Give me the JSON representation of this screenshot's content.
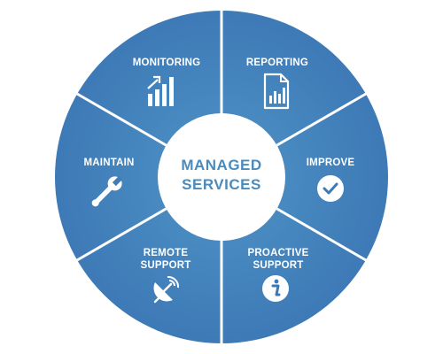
{
  "diagram": {
    "center": {
      "line1": "MANAGED",
      "line2": "SERVICES"
    },
    "segments": [
      {
        "id": "monitoring",
        "line1": "MONITORING",
        "line2": "",
        "icon": "bar-chart-up-icon"
      },
      {
        "id": "reporting",
        "line1": "REPORTING",
        "line2": "",
        "icon": "report-document-icon"
      },
      {
        "id": "improve",
        "line1": "IMPROVE",
        "line2": "",
        "icon": "check-circle-icon"
      },
      {
        "id": "proactive-support",
        "line1": "PROACTIVE",
        "line2": "SUPPORT",
        "icon": "info-circle-icon"
      },
      {
        "id": "remote-support",
        "line1": "REMOTE",
        "line2": "SUPPORT",
        "icon": "satellite-dish-icon"
      },
      {
        "id": "maintain",
        "line1": "MAINTAIN",
        "line2": "",
        "icon": "wrench-icon"
      }
    ],
    "colors": {
      "wheel_outer": "#3d79b6",
      "wheel_inner": "#4a8cc2",
      "dividers": "#ffffff",
      "center_fill": "#ffffff",
      "center_text": "#4a8bbd",
      "labels": "#ffffff"
    }
  }
}
